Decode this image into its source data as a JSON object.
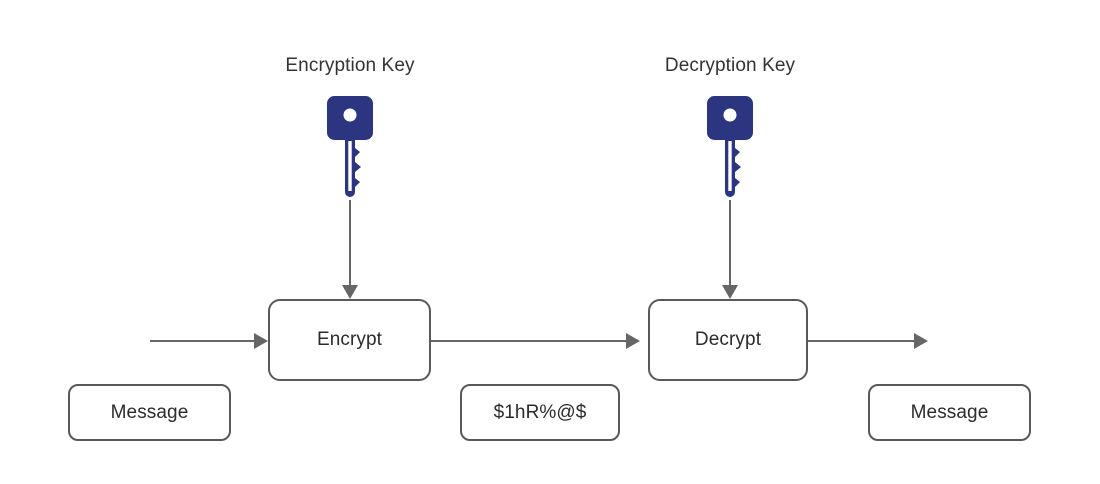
{
  "diagram": {
    "title_alt": "Symmetric encryption flow",
    "colors": {
      "key_navy": "#2b3580",
      "stroke_gray": "#595959",
      "connector_gray": "#666666",
      "text_gray": "#333333",
      "background": "#ffffff"
    },
    "labels": {
      "encryption_key": "Encryption Key",
      "decryption_key": "Decryption Key"
    },
    "nodes": {
      "encrypt": "Encrypt",
      "decrypt": "Decrypt",
      "message_in": "Message",
      "ciphertext": "$1hR%@$",
      "message_out": "Message"
    },
    "icons": {
      "encryption_key_icon": "key-icon",
      "decryption_key_icon": "key-icon"
    }
  }
}
